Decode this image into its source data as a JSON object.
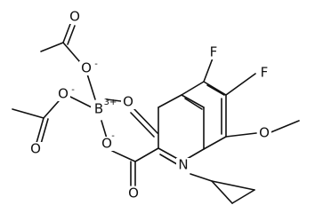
{
  "atoms": {
    "f_top": "F",
    "f_right": "F",
    "o_methoxy": "O",
    "n_ring": "N",
    "o_keto": "O",
    "b_center": "B",
    "b_charge": "3+",
    "o_acetate_top": "O",
    "o_acetate_top_charge": "-",
    "o_acetate_left": "O",
    "o_acetate_left_charge": "-",
    "o_carboxylate": "O",
    "o_carboxylate_charge": "-",
    "o_carbonyl_top_acetate": "O",
    "o_carbonyl_left_acetate": "O",
    "o_carbonyl_carboxyl": "O"
  },
  "colors": {
    "ink": "#111111",
    "background": "#ffffff"
  }
}
